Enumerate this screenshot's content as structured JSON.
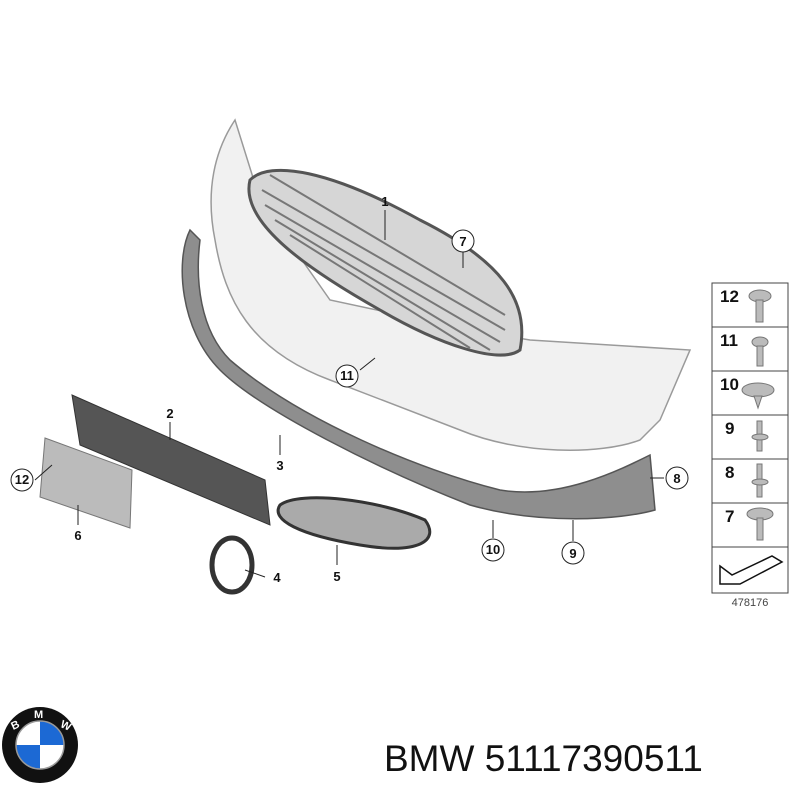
{
  "diagram": {
    "callouts": [
      {
        "id": "1",
        "circled": false
      },
      {
        "id": "2",
        "circled": false
      },
      {
        "id": "3",
        "circled": false
      },
      {
        "id": "4",
        "circled": false
      },
      {
        "id": "5",
        "circled": false
      },
      {
        "id": "6",
        "circled": false
      },
      {
        "id": "7",
        "circled": true
      },
      {
        "id": "8",
        "circled": true
      },
      {
        "id": "9",
        "circled": true
      },
      {
        "id": "10",
        "circled": true
      },
      {
        "id": "11",
        "circled": true
      },
      {
        "id": "12",
        "circled": true
      }
    ],
    "legend": [
      "12",
      "11",
      "10",
      "9",
      "8",
      "7"
    ],
    "reference_number": "478176"
  },
  "brand": {
    "logo_text": "BMW",
    "colors": {
      "blue": "#1c69d4",
      "black": "#111111"
    }
  },
  "caption": "BMW 51117390511"
}
